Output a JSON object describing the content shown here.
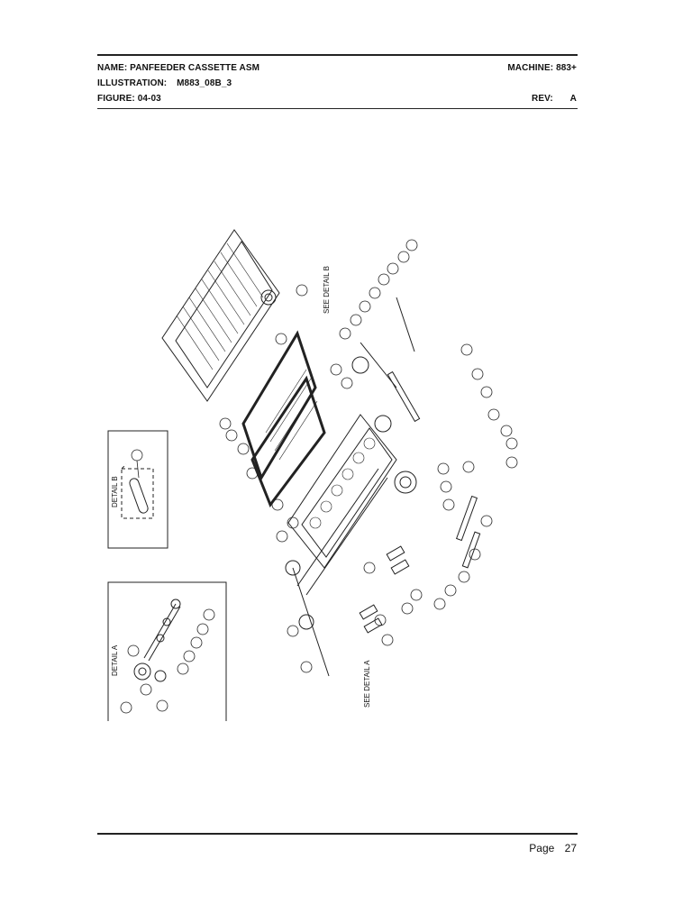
{
  "header": {
    "name_label": "NAME:",
    "name_value": "PANFEEDER CASSETTE ASM",
    "machine_label": "MACHINE:",
    "machine_value": "883+",
    "illustration_label": "ILLUSTRATION:",
    "illustration_value": "M883_08B_3",
    "figure_label": "FIGURE:",
    "figure_value": "04-03",
    "rev_label": "REV:",
    "rev_value": "A"
  },
  "drawing": {
    "see_detail_b": "SEE DETAIL B",
    "see_detail_a": "SEE DETAIL A",
    "detail_b_title": "DETAIL B",
    "detail_a_title": "DETAIL A"
  },
  "footer": {
    "page_label": "Page",
    "page_number": "27"
  }
}
